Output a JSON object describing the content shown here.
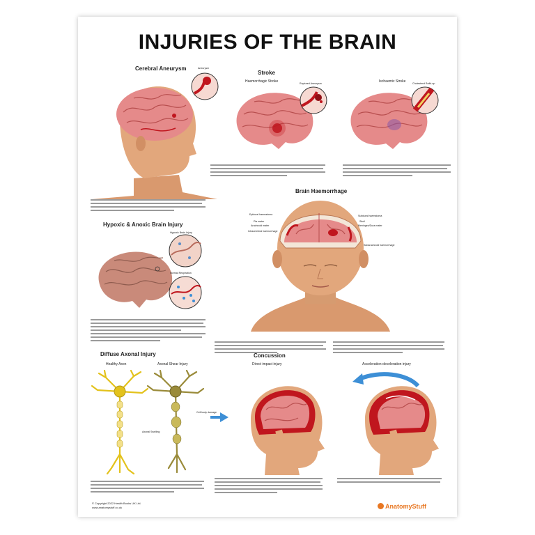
{
  "title": "INJURIES OF THE BRAIN",
  "sections": {
    "aneurysm": {
      "heading": "Cerebral Aneurysm",
      "label": "Aneurysm"
    },
    "stroke": {
      "heading": "Stroke",
      "haemorrhagic": "Haemorrhagic Stroke",
      "ruptured": "Ruptured Aneurysm",
      "ischaemic": "Ischaemic Stroke",
      "cholesterol": "Cholesterol Build-up"
    },
    "hypoxic": {
      "heading": "Hypoxic & Anoxic Brain Injury",
      "injury": "Hypoxic Brain Injury",
      "normal": "Normal Respiration"
    },
    "haemorrhage": {
      "heading": "Brain Haemorrhage",
      "labels_left": [
        "Epidural haematoma",
        "Pia mater",
        "Arachnoid mater",
        "Intracerebral haemorrhage"
      ],
      "labels_right": [
        "Subdural haematoma",
        "Skull",
        "Meninges/Dura mater",
        "Subarachnoid haemorrhage"
      ]
    },
    "axonal": {
      "heading": "Diffuse Axonal Injury",
      "healthy": "Healthy Axon",
      "shear": "Axonal Shear Injury",
      "cell_body": "Cell body damage",
      "swelling": "Axonal Swelling"
    },
    "concussion": {
      "heading": "Concussion",
      "direct": "Direct impact injury",
      "accel": "Acceleration-deceleration injury"
    }
  },
  "footer": {
    "copyright": "© Copyright 2022 Health Books UK Ltd.",
    "website": "www.anatomystuff.co.uk",
    "logo": "AnatomyStuff"
  },
  "colors": {
    "brain": "#e58a8a",
    "brain_dark": "#c25a5a",
    "skin": "#e2a77c",
    "blood": "#c0161e",
    "neuron_yellow": "#e3c21c",
    "neuron_olive": "#9a8b3a",
    "arrow_blue": "#3d8fd6",
    "logo_orange": "#e87722"
  }
}
